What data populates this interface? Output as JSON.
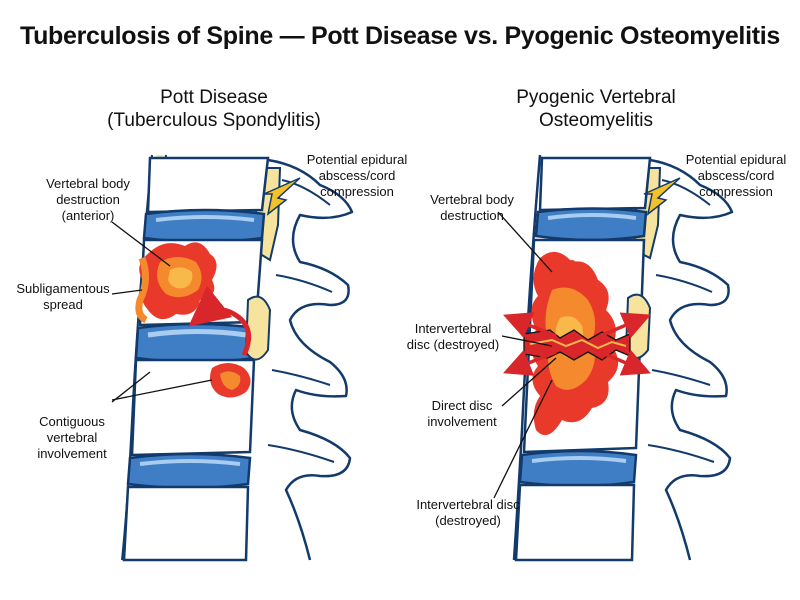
{
  "title": "Tuberculosis of Spine — Pott Disease vs. Pyogenic Osteomyelitis",
  "colors": {
    "vertebra_fill": "#ffffff",
    "outline": "#123a6b",
    "disc": "#3f7ec4",
    "disc_light": "#a9cdf0",
    "ligament": "#f6e49e",
    "lesion_red": "#e8392a",
    "lesion_orange": "#f5892e",
    "lesion_yellow": "#f8b84a",
    "arrow_red": "#d8262a",
    "arrow_yellow": "#f3c22a"
  },
  "panels": [
    {
      "title_lines": [
        "Pott Disease",
        "(Tuberculous Spondylitis)"
      ],
      "labels": [
        {
          "lines": [
            "Potential epidural",
            "abscess/cord",
            "compression"
          ]
        },
        {
          "lines": [
            "Vertebral body",
            "destruction",
            "(anterior)"
          ]
        },
        {
          "lines": [
            "Subligamentous",
            "spread"
          ]
        },
        {
          "lines": [
            "Contiguous",
            "vertebral",
            "involvement"
          ]
        }
      ]
    },
    {
      "title_lines": [
        "Pyogenic Vertebral",
        "Osteomyelitis"
      ],
      "labels": [
        {
          "lines": [
            "Potential epidural",
            "abscess/cord",
            "compression"
          ]
        },
        {
          "lines": [
            "Vertebral body",
            "destruction"
          ]
        },
        {
          "lines": [
            "Intervertebral",
            "disc (destroyed)"
          ]
        },
        {
          "lines": [
            "Direct disc",
            "involvement"
          ]
        },
        {
          "lines": [
            "Intervertebral disc",
            "(destroyed)"
          ]
        }
      ]
    }
  ]
}
